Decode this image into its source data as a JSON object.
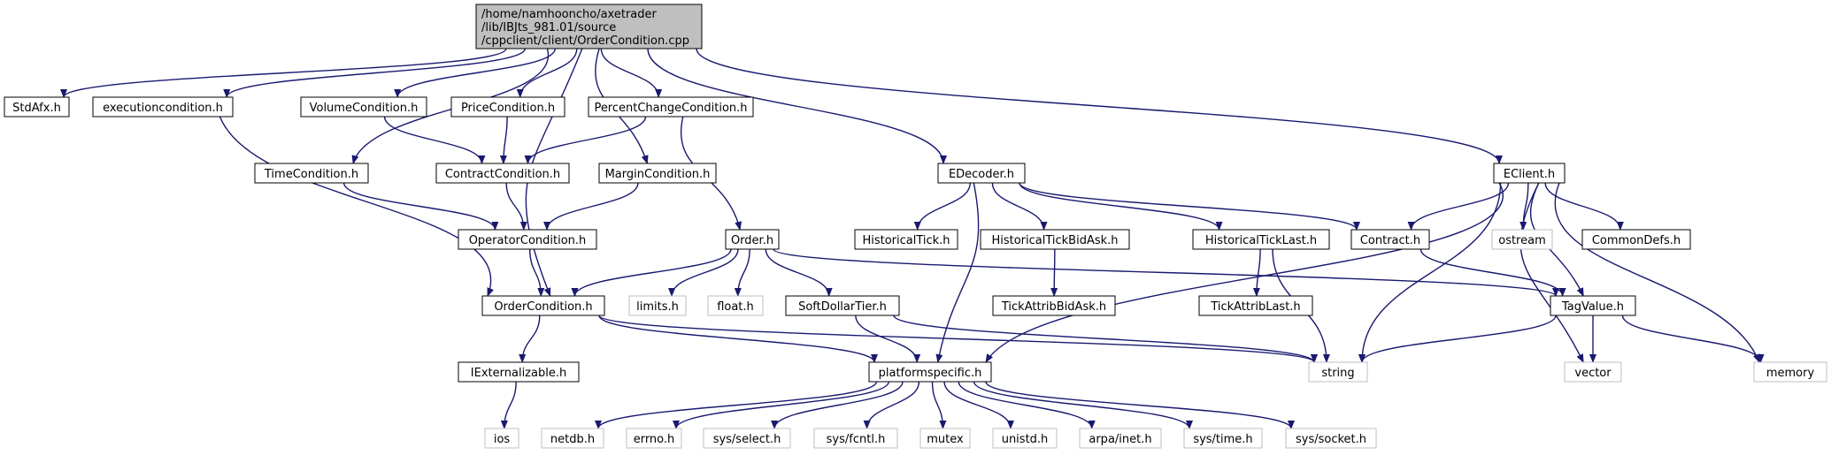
{
  "colors": {
    "edge": "#191970",
    "root_fill": "#bfbfbf",
    "node_fill": "#ffffff",
    "node_stroke": "#000000",
    "external_stroke": "#bfbfbf"
  },
  "nodes": [
    {
      "id": "root",
      "label_lines": [
        "/home/namhooncho/axetrader",
        "/lib/IBJts_981.01/source",
        "/cppclient/client/OrderCondition.cpp"
      ],
      "kind": "root"
    },
    {
      "id": "stdafx",
      "label_lines": [
        "StdAfx.h"
      ],
      "kind": "file"
    },
    {
      "id": "execution",
      "label_lines": [
        "executioncondition.h"
      ],
      "kind": "file"
    },
    {
      "id": "volume",
      "label_lines": [
        "VolumeCondition.h"
      ],
      "kind": "file"
    },
    {
      "id": "price",
      "label_lines": [
        "PriceCondition.h"
      ],
      "kind": "file"
    },
    {
      "id": "percent",
      "label_lines": [
        "PercentChangeCondition.h"
      ],
      "kind": "file"
    },
    {
      "id": "time",
      "label_lines": [
        "TimeCondition.h"
      ],
      "kind": "file"
    },
    {
      "id": "contractcond",
      "label_lines": [
        "ContractCondition.h"
      ],
      "kind": "file"
    },
    {
      "id": "margin",
      "label_lines": [
        "MarginCondition.h"
      ],
      "kind": "file"
    },
    {
      "id": "operator",
      "label_lines": [
        "OperatorCondition.h"
      ],
      "kind": "file"
    },
    {
      "id": "order",
      "label_lines": [
        "Order.h"
      ],
      "kind": "file"
    },
    {
      "id": "ordercond",
      "label_lines": [
        "OrderCondition.h"
      ],
      "kind": "file"
    },
    {
      "id": "limits",
      "label_lines": [
        "limits.h"
      ],
      "kind": "external"
    },
    {
      "id": "float",
      "label_lines": [
        "float.h"
      ],
      "kind": "external"
    },
    {
      "id": "softdollar",
      "label_lines": [
        "SoftDollarTier.h"
      ],
      "kind": "file"
    },
    {
      "id": "iext",
      "label_lines": [
        "IExternalizable.h"
      ],
      "kind": "file"
    },
    {
      "id": "ios",
      "label_lines": [
        "ios"
      ],
      "kind": "external"
    },
    {
      "id": "platform",
      "label_lines": [
        "platformspecific.h"
      ],
      "kind": "file"
    },
    {
      "id": "netdb",
      "label_lines": [
        "netdb.h"
      ],
      "kind": "external"
    },
    {
      "id": "errno",
      "label_lines": [
        "errno.h"
      ],
      "kind": "external"
    },
    {
      "id": "sysselect",
      "label_lines": [
        "sys/select.h"
      ],
      "kind": "external"
    },
    {
      "id": "sysfcntl",
      "label_lines": [
        "sys/fcntl.h"
      ],
      "kind": "external"
    },
    {
      "id": "mutex",
      "label_lines": [
        "mutex"
      ],
      "kind": "external"
    },
    {
      "id": "unistd",
      "label_lines": [
        "unistd.h"
      ],
      "kind": "external"
    },
    {
      "id": "arpainet",
      "label_lines": [
        "arpa/inet.h"
      ],
      "kind": "external"
    },
    {
      "id": "systime",
      "label_lines": [
        "sys/time.h"
      ],
      "kind": "external"
    },
    {
      "id": "syssocket",
      "label_lines": [
        "sys/socket.h"
      ],
      "kind": "external"
    },
    {
      "id": "edecoder",
      "label_lines": [
        "EDecoder.h"
      ],
      "kind": "file"
    },
    {
      "id": "histtick",
      "label_lines": [
        "HistoricalTick.h"
      ],
      "kind": "file"
    },
    {
      "id": "histbidask",
      "label_lines": [
        "HistoricalTickBidAsk.h"
      ],
      "kind": "file"
    },
    {
      "id": "tickbidask",
      "label_lines": [
        "TickAttribBidAsk.h"
      ],
      "kind": "file"
    },
    {
      "id": "histlast",
      "label_lines": [
        "HistoricalTickLast.h"
      ],
      "kind": "file"
    },
    {
      "id": "ticklast",
      "label_lines": [
        "TickAttribLast.h"
      ],
      "kind": "file"
    },
    {
      "id": "contract",
      "label_lines": [
        "Contract.h"
      ],
      "kind": "file"
    },
    {
      "id": "eclient",
      "label_lines": [
        "EClient.h"
      ],
      "kind": "file"
    },
    {
      "id": "ostream",
      "label_lines": [
        "ostream"
      ],
      "kind": "external"
    },
    {
      "id": "commondefs",
      "label_lines": [
        "CommonDefs.h"
      ],
      "kind": "file"
    },
    {
      "id": "tagvalue",
      "label_lines": [
        "TagValue.h"
      ],
      "kind": "file"
    },
    {
      "id": "string",
      "label_lines": [
        "string"
      ],
      "kind": "external"
    },
    {
      "id": "vector",
      "label_lines": [
        "vector"
      ],
      "kind": "external"
    },
    {
      "id": "memory",
      "label_lines": [
        "memory"
      ],
      "kind": "external"
    }
  ],
  "edges": [
    [
      "root",
      "stdafx"
    ],
    [
      "root",
      "execution"
    ],
    [
      "root",
      "volume"
    ],
    [
      "root",
      "price"
    ],
    [
      "root",
      "percent"
    ],
    [
      "root",
      "time"
    ],
    [
      "root",
      "margin"
    ],
    [
      "root",
      "ordercond"
    ],
    [
      "root",
      "edecoder"
    ],
    [
      "root",
      "eclient"
    ],
    [
      "execution",
      "ordercond"
    ],
    [
      "volume",
      "contractcond"
    ],
    [
      "price",
      "contractcond"
    ],
    [
      "percent",
      "contractcond"
    ],
    [
      "percent",
      "order"
    ],
    [
      "time",
      "operator"
    ],
    [
      "contractcond",
      "operator"
    ],
    [
      "margin",
      "operator"
    ],
    [
      "operator",
      "ordercond"
    ],
    [
      "order",
      "ordercond"
    ],
    [
      "order",
      "limits"
    ],
    [
      "order",
      "float"
    ],
    [
      "order",
      "softdollar"
    ],
    [
      "order",
      "tagvalue"
    ],
    [
      "ordercond",
      "iext"
    ],
    [
      "ordercond",
      "platform"
    ],
    [
      "ordercond",
      "string"
    ],
    [
      "iext",
      "ios"
    ],
    [
      "softdollar",
      "platform"
    ],
    [
      "softdollar",
      "string"
    ],
    [
      "platform",
      "netdb"
    ],
    [
      "platform",
      "errno"
    ],
    [
      "platform",
      "sysselect"
    ],
    [
      "platform",
      "sysfcntl"
    ],
    [
      "platform",
      "mutex"
    ],
    [
      "platform",
      "unistd"
    ],
    [
      "platform",
      "arpainet"
    ],
    [
      "platform",
      "systime"
    ],
    [
      "platform",
      "syssocket"
    ],
    [
      "edecoder",
      "platform"
    ],
    [
      "edecoder",
      "histtick"
    ],
    [
      "edecoder",
      "histbidask"
    ],
    [
      "edecoder",
      "histlast"
    ],
    [
      "edecoder",
      "contract"
    ],
    [
      "histbidask",
      "tickbidask"
    ],
    [
      "histlast",
      "ticklast"
    ],
    [
      "histlast",
      "string"
    ],
    [
      "contract",
      "tagvalue"
    ],
    [
      "eclient",
      "platform"
    ],
    [
      "eclient",
      "contract"
    ],
    [
      "eclient",
      "string"
    ],
    [
      "eclient",
      "ostream"
    ],
    [
      "eclient",
      "commondefs"
    ],
    [
      "eclient",
      "tagvalue"
    ],
    [
      "eclient",
      "vector"
    ],
    [
      "eclient",
      "memory"
    ],
    [
      "tagvalue",
      "string"
    ],
    [
      "tagvalue",
      "vector"
    ],
    [
      "tagvalue",
      "memory"
    ]
  ]
}
